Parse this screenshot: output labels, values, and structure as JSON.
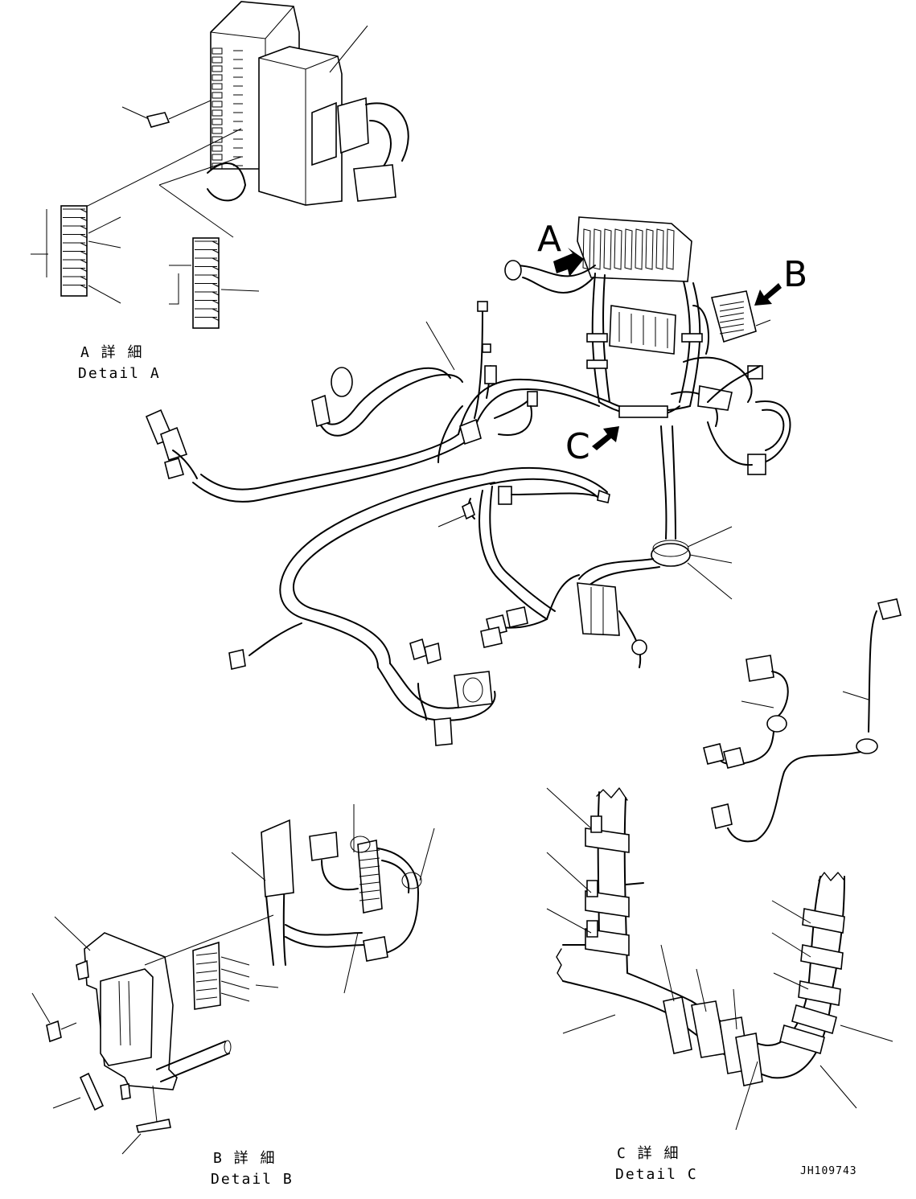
{
  "labels": {
    "view_a": "A",
    "view_b": "B",
    "view_c": "C",
    "detail_a_jp": "A 詳 細",
    "detail_a_en": "Detail A",
    "detail_b_jp": "B 詳 細",
    "detail_b_en": "Detail B",
    "detail_c_jp": "C 詳 細",
    "detail_c_en": "Detail C",
    "drawing_number": "JH109743"
  }
}
